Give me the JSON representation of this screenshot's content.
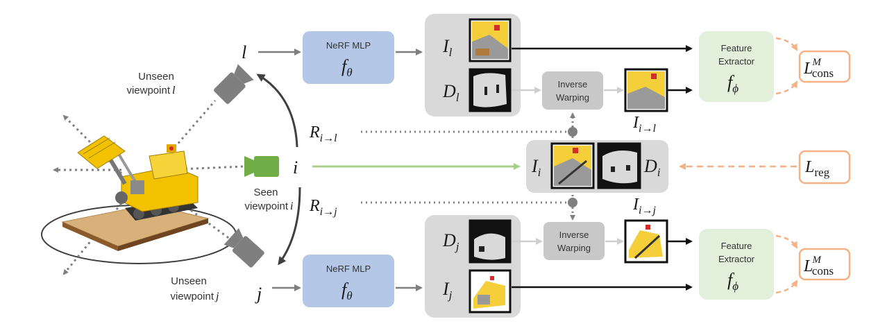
{
  "left": {
    "unseen_l_line1": "Unseen",
    "unseen_l_line2": "viewpoint",
    "unseen_l_var": "l",
    "seen_line1": "Seen",
    "seen_line2": "viewpoint",
    "seen_var": "i",
    "unseen_j_line1": "Unseen",
    "unseen_j_line2": "viewpoint",
    "unseen_j_var": "j"
  },
  "vars": {
    "l": "l",
    "i": "i",
    "j": "j",
    "R_il_base": "R",
    "R_il_sub": "i→l",
    "R_ij_base": "R",
    "R_ij_sub": "i→j"
  },
  "nerf": {
    "top_label": "NeRF MLP",
    "top_sym": "f",
    "top_sub": "θ",
    "bottom_label": "NeRF MLP",
    "bottom_sym": "f",
    "bottom_sub": "θ"
  },
  "top_group": {
    "I_base": "I",
    "I_sub": "l",
    "D_base": "D",
    "D_sub": "l"
  },
  "bottom_group": {
    "D_base": "D",
    "D_sub": "j",
    "I_base": "I",
    "I_sub": "j"
  },
  "warp": {
    "top_line1": "Inverse",
    "top_line2": "Warping",
    "bottom_line1": "Inverse",
    "bottom_line2": "Warping",
    "Iil_base": "I",
    "Iil_sub": "i→l",
    "Iij_base": "I",
    "Iij_sub": "i→j"
  },
  "center": {
    "I_base": "I",
    "I_sub": "i",
    "D_base": "D",
    "D_sub": "i"
  },
  "feature": {
    "top_line1": "Feature",
    "top_line2": "Extractor",
    "top_sym": "f",
    "top_sub": "ϕ",
    "bottom_line1": "Feature",
    "bottom_line2": "Extractor",
    "bottom_sym": "f",
    "bottom_sub": "ϕ"
  },
  "losses": {
    "top_base": "L",
    "top_sup": "M",
    "top_sub": "cons",
    "reg_base": "L",
    "reg_sub": "reg",
    "bottom_base": "L",
    "bottom_sup": "M",
    "bottom_sub": "cons"
  },
  "colors": {
    "nerf_box": "#b4c7e7",
    "gray_panel": "#d9d9d9",
    "warp_box": "#c8c8c8",
    "feature_box": "#e2efda",
    "loss_border": "#f4b183",
    "camera_gray": "#7f7f7f",
    "camera_green": "#70ad47",
    "green_arrow": "#a9d18e",
    "lego_yellow": "#f2c200"
  }
}
